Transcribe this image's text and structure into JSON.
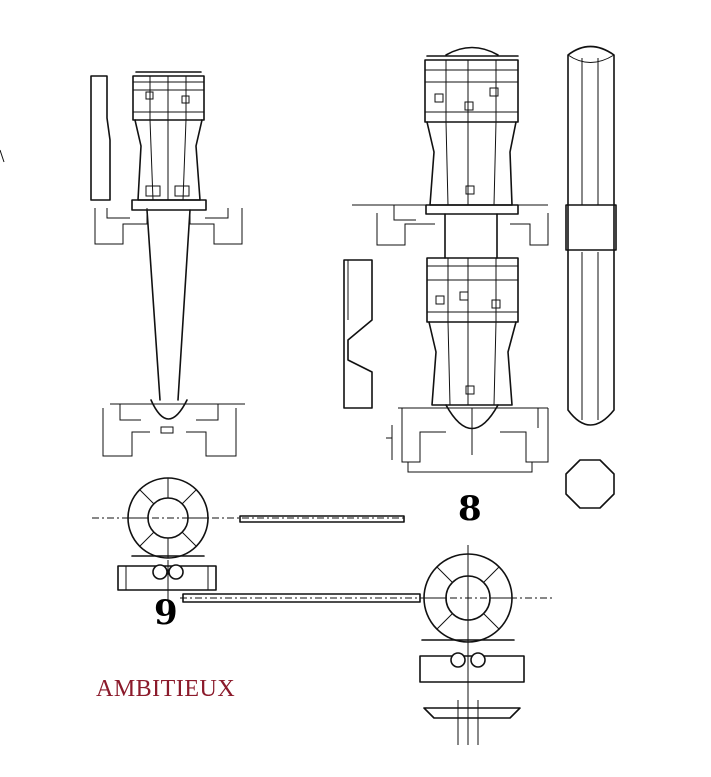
{
  "figure": {
    "label_8": "8",
    "label_9": "9",
    "caption": "AMBITIEUX"
  }
}
